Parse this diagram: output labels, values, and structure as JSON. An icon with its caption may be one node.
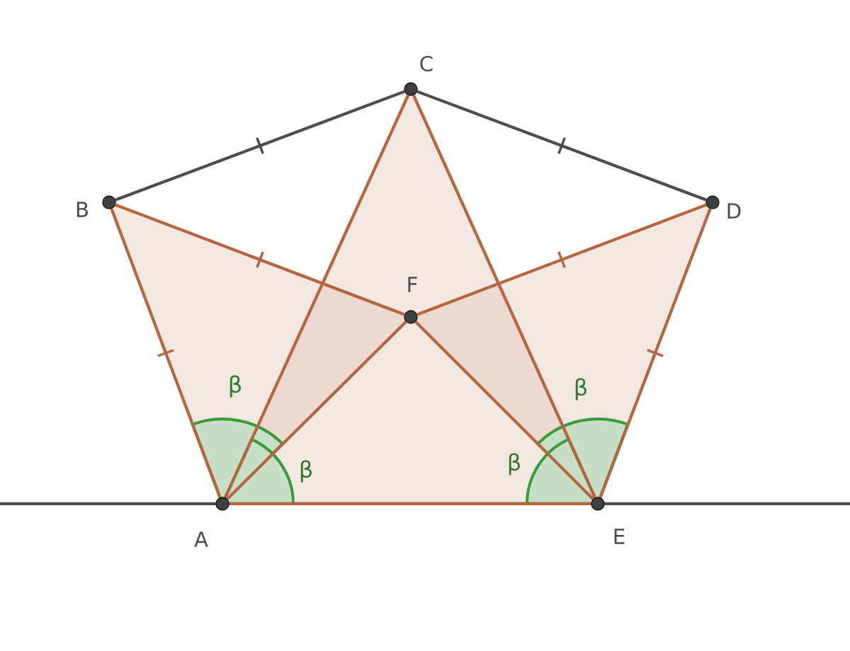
{
  "diagram": {
    "nodes": [
      {
        "text": [
          "A"
        ]
      },
      {
        "text": [
          "B"
        ]
      },
      {
        "text": [
          "C"
        ]
      },
      {
        "text": [
          "D"
        ]
      },
      {
        "text": [
          "E"
        ]
      },
      {
        "text": [
          "F"
        ]
      }
    ],
    "edges": [
      {
        "from": 1,
        "to": 2,
        "arrow": "none",
        "color": "#4d4d4d"
      },
      {
        "from": 2,
        "to": 3,
        "arrow": "none",
        "color": "#4d4d4d"
      },
      {
        "from": 0,
        "to": 1,
        "arrow": "none"
      },
      {
        "from": 1,
        "to": 5,
        "arrow": "none"
      },
      {
        "from": 5,
        "to": 0,
        "arrow": "none"
      },
      {
        "from": 0,
        "to": 2,
        "arrow": "none"
      },
      {
        "from": 2,
        "to": 4,
        "arrow": "none"
      },
      {
        "from": 0,
        "to": 4,
        "arrow": "none"
      },
      {
        "from": 4,
        "to": 3,
        "arrow": "none"
      },
      {
        "from": 3,
        "to": 5,
        "arrow": "none"
      },
      {
        "from": 5,
        "to": 4,
        "arrow": "none"
      }
    ],
    "labels": [
      "β",
      "β",
      "β",
      "β"
    ]
  }
}
